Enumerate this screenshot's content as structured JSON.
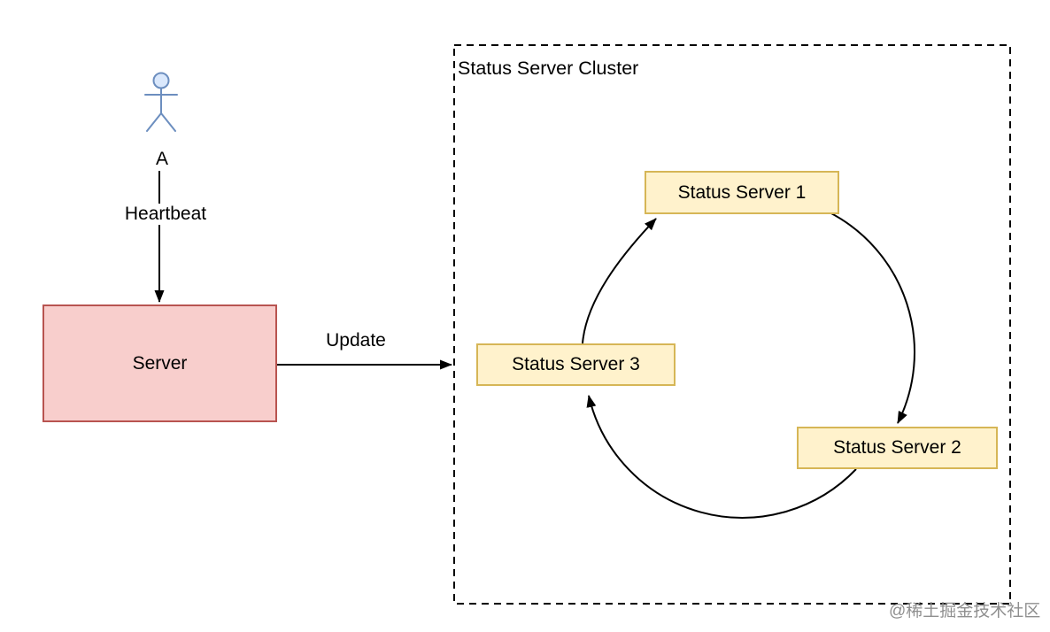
{
  "diagram": {
    "actor": {
      "label": "A"
    },
    "edges": {
      "heartbeat": "Heartbeat",
      "update": "Update",
      "ring_flow": [
        "Status Server 3 -> Status Server 1",
        "Status Server 1 -> Status Server 2",
        "Status Server 2 -> Status Server 3"
      ]
    },
    "server": {
      "label": "Server"
    },
    "cluster": {
      "title": "Status Server Cluster",
      "nodes": [
        {
          "label": "Status Server 1"
        },
        {
          "label": "Status Server 2"
        },
        {
          "label": "Status Server 3"
        }
      ]
    },
    "watermark": "@稀土掘金技术社区",
    "colors": {
      "actor_stroke": "#6c8ebf",
      "actor_fill": "#dae8fc",
      "server_fill": "#f8cecc",
      "server_border": "#b85450",
      "status_fill": "#fff2cc",
      "status_border": "#d6b656",
      "line": "#000000",
      "watermark": "#8f8f8f"
    }
  }
}
